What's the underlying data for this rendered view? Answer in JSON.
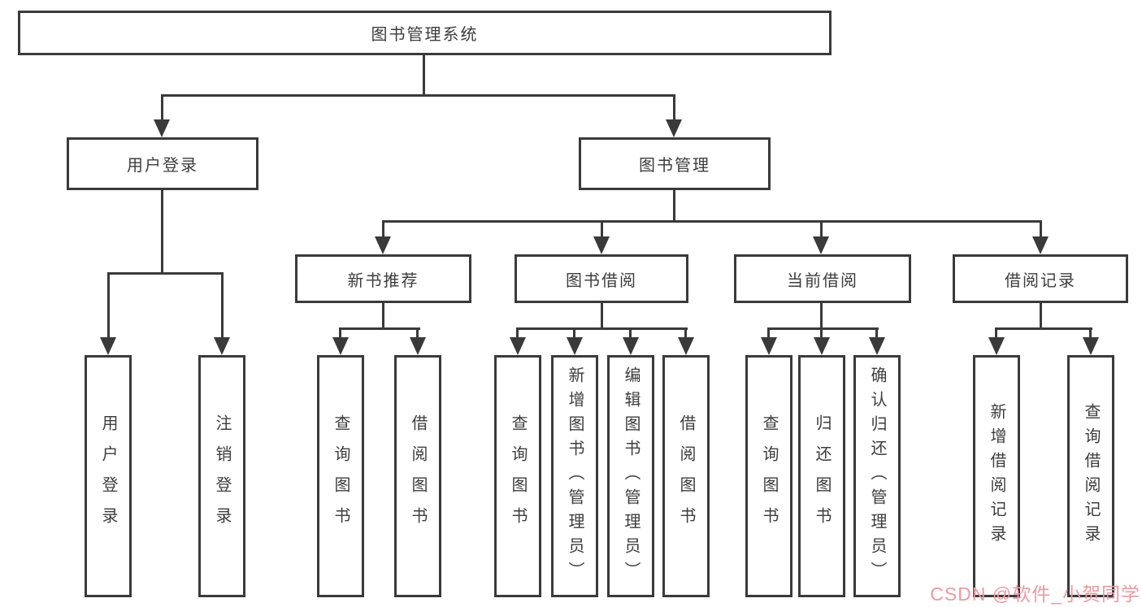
{
  "diagram_type": "hierarchy",
  "tree": {
    "label": "图书管理系统",
    "children": [
      {
        "label": "用户登录",
        "children": [
          {
            "label": "用户登录"
          },
          {
            "label": "注销登录"
          }
        ]
      },
      {
        "label": "图书管理",
        "children": [
          {
            "label": "新书推荐",
            "children": [
              {
                "label": "查询图书"
              },
              {
                "label": "借阅图书"
              }
            ]
          },
          {
            "label": "图书借阅",
            "children": [
              {
                "label": "查询图书"
              },
              {
                "label": "新增图书（管理员）"
              },
              {
                "label": "编辑图书（管理员）"
              },
              {
                "label": "借阅图书"
              }
            ]
          },
          {
            "label": "当前借阅",
            "children": [
              {
                "label": "查询图书"
              },
              {
                "label": "归还图书"
              },
              {
                "label": "确认归还（管理员）"
              }
            ]
          },
          {
            "label": "借阅记录",
            "children": [
              {
                "label": "新增借阅记录"
              },
              {
                "label": "查询借阅记录"
              }
            ]
          }
        ]
      }
    ]
  },
  "watermark": {
    "text": "CSDN @软件_小贺同学",
    "color": "#eb9aa1"
  },
  "colors": {
    "line": "#3a3a3a",
    "text": "#3d3d3d",
    "background": "#ffffff"
  }
}
